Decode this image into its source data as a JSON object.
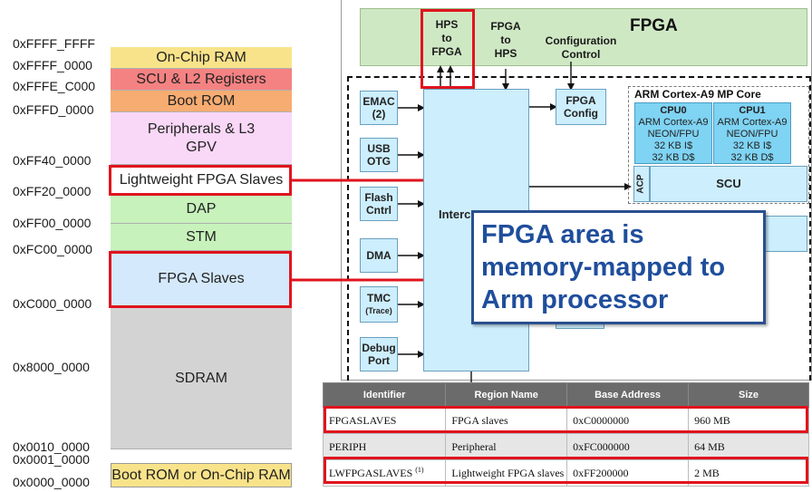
{
  "memory_map": {
    "addresses": [
      "0xFFFF_FFFF",
      "0xFFFF_0000",
      "0xFFFE_C000",
      "0xFFFD_0000",
      "0xFF40_0000",
      "0xFF20_0000",
      "0xFF00_0000",
      "0xFC00_0000",
      "0xC000_0000",
      "0x8000_0000",
      "0x0010_0000",
      "0x0001_0000",
      "0x0000_0000"
    ],
    "blocks": [
      {
        "label": "On-Chip RAM",
        "color": "#f9e38a"
      },
      {
        "label": "SCU & L2 Registers",
        "color": "#f58282"
      },
      {
        "label": "Boot ROM",
        "color": "#f7ac72"
      },
      {
        "label": "Peripherals & L3 GPV",
        "color": "#f9d7f7"
      },
      {
        "label": "Lightweight FPGA Slaves",
        "color": "#ffffff"
      },
      {
        "label": "DAP",
        "color": "#c7f2bb"
      },
      {
        "label": "STM",
        "color": "#c7f2bb"
      },
      {
        "label": "FPGA Slaves",
        "color": "#d4e9fb"
      },
      {
        "label": "SDRAM",
        "color": "#d3d3d3"
      },
      {
        "label": "Boot ROM or On-Chip RAM",
        "color": "#f9e38a"
      }
    ]
  },
  "diagram": {
    "fpga_title": "FPGA",
    "hps_to_fpga": [
      "HPS",
      "to",
      "FPGA"
    ],
    "fpga_to_hps": [
      "FPGA",
      "to",
      "HPS"
    ],
    "config_control": [
      "Configuration",
      "Control"
    ],
    "fpga_config": [
      "FPGA",
      "Config"
    ],
    "arm_title": "ARM Cortex-A9 MP Core",
    "cpu0": [
      "CPU0",
      "ARM Cortex-A9",
      "NEON/FPU",
      "32 KB I$",
      "32 KB D$"
    ],
    "cpu1": [
      "CPU1",
      "ARM Cortex-A9",
      "NEON/FPU",
      "32 KB I$",
      "32 KB D$"
    ],
    "acp": "ACP",
    "scu": "SCU",
    "interconnect": "Interc",
    "modules": [
      {
        "lines": [
          "EMAC",
          "(2)"
        ]
      },
      {
        "lines": [
          "USB",
          "OTG"
        ]
      },
      {
        "lines": [
          "Flash",
          "Cntrl"
        ]
      },
      {
        "lines": [
          "DMA"
        ]
      },
      {
        "lines": [
          "TMC",
          "(Trace)"
        ]
      },
      {
        "lines": [
          "Debug",
          "Port"
        ]
      }
    ]
  },
  "callout": [
    "FPGA area is",
    "memory-mapped to",
    "Arm processor"
  ],
  "table": {
    "headers": [
      "Identifier",
      "Region Name",
      "Base Address",
      "Size"
    ],
    "rows": [
      {
        "id": "FPGASLAVES",
        "sup": "",
        "region": "FPGA slaves",
        "base": "0xC0000000",
        "size": "960 MB"
      },
      {
        "id": "PERIPH",
        "sup": "",
        "region": "Peripheral",
        "base": "0xFC000000",
        "size": "64 MB"
      },
      {
        "id": "LWFPGASLAVES",
        "sup": "(1)",
        "region": "Lightweight FPGA slaves",
        "base": "0xFF200000",
        "size": "2 MB"
      }
    ]
  },
  "colors": {
    "highlight": "#e0141e",
    "callout_text": "#1f4e9c",
    "callout_border": "#2a4f8f"
  }
}
